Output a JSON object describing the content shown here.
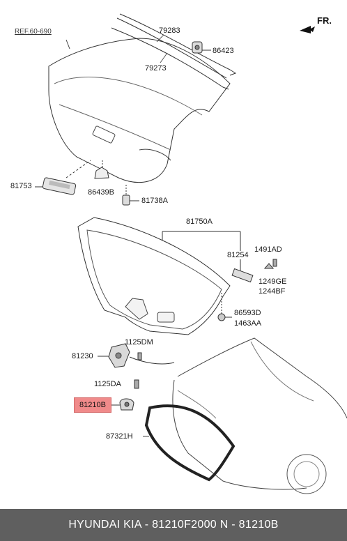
{
  "diagram": {
    "ref_label": "REF.60-690",
    "direction_label": "FR.",
    "highlight_color": "#f08a8a",
    "parts": [
      {
        "code": "79283"
      },
      {
        "code": "86423"
      },
      {
        "code": "79273"
      },
      {
        "code": "81753"
      },
      {
        "code": "86439B"
      },
      {
        "code": "81738A"
      },
      {
        "code": "81750A"
      },
      {
        "code": "81254"
      },
      {
        "code": "1491AD"
      },
      {
        "code": "1249GE"
      },
      {
        "code": "1244BF"
      },
      {
        "code": "86593D"
      },
      {
        "code": "1463AA"
      },
      {
        "code": "1125DM"
      },
      {
        "code": "81230"
      },
      {
        "code": "1125DA"
      },
      {
        "code": "81210B"
      },
      {
        "code": "87321H"
      }
    ]
  },
  "footer": {
    "text": "HYUNDAI  KIA - 81210F2000     N - 81210B"
  }
}
